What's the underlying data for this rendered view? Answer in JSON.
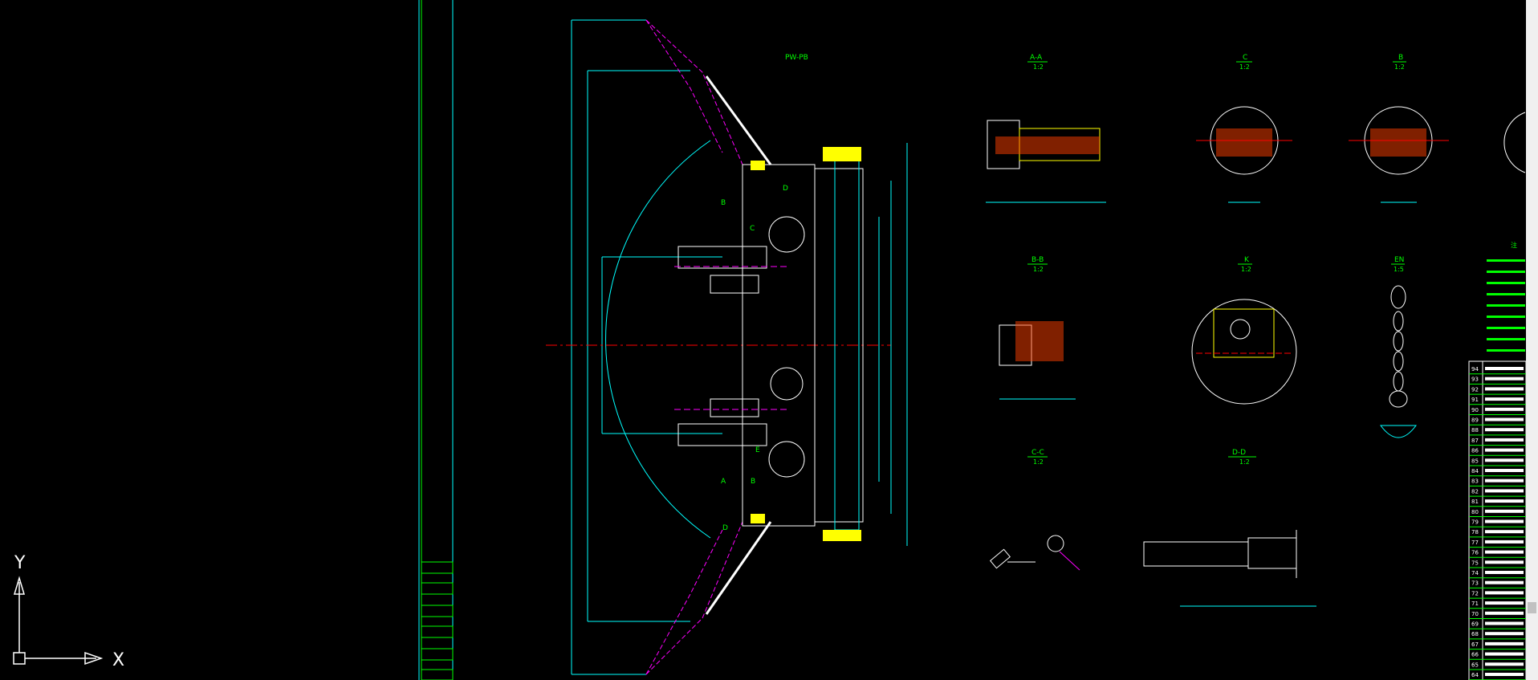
{
  "colors": {
    "background": "#000000",
    "cyan": "#00ffff",
    "green": "#00ff00",
    "yellow": "#ffff00",
    "red": "#ff0000",
    "magenta": "#ff00ff",
    "white": "#ffffff"
  },
  "ucs": {
    "y_label": "Y",
    "x_label": "X"
  },
  "drawing": {
    "main_view_label": "PW-PB",
    "views": [
      {
        "id": "A-A",
        "label": "A-A",
        "scale": "1:2"
      },
      {
        "id": "C",
        "label": "C",
        "scale": "1:2"
      },
      {
        "id": "B",
        "label": "B",
        "scale": "1:2"
      },
      {
        "id": "B-B",
        "label": "B-B",
        "scale": "1:2"
      },
      {
        "id": "K",
        "label": "K",
        "scale": "1:2"
      },
      {
        "id": "EN",
        "label": "EN",
        "scale": "1:5"
      },
      {
        "id": "C-C",
        "label": "C-C",
        "scale": "1:2"
      },
      {
        "id": "D-D",
        "label": "D-D",
        "scale": "1:2"
      }
    ],
    "letters": [
      "D",
      "C",
      "B",
      "E",
      "A",
      "B",
      "D"
    ]
  },
  "bom_rows": [
    "94",
    "93",
    "92",
    "91",
    "90",
    "89",
    "88",
    "87",
    "86",
    "85",
    "84",
    "83",
    "82",
    "81",
    "80",
    "79",
    "78",
    "77",
    "76",
    "75",
    "74",
    "73",
    "72",
    "71",
    "70",
    "69",
    "68",
    "67",
    "66",
    "65",
    "64"
  ]
}
